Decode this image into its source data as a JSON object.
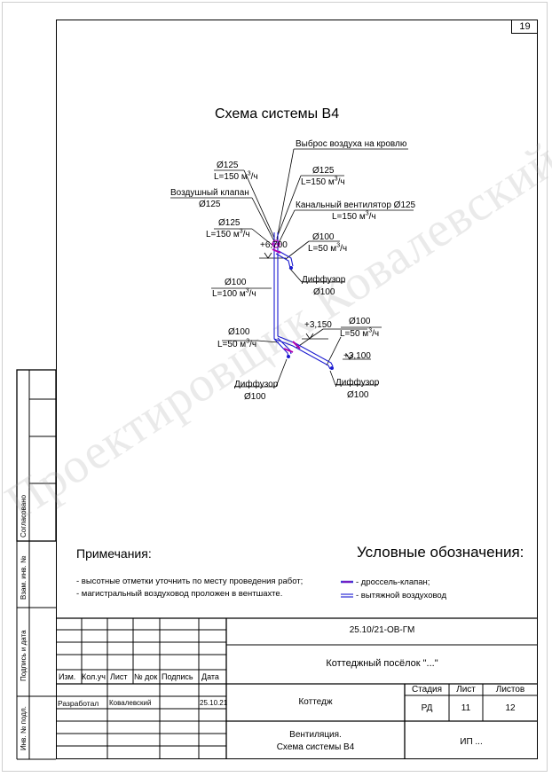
{
  "page_number": "19",
  "title": "Схема системы В4",
  "labels": {
    "exhaust": "Выброс воздуха на кровлю",
    "d125_left": "Ø125",
    "flow150_left_pre": "L=150 м",
    "flow_unit_sup": "3",
    "flow_unit_post": "/ч",
    "air_valve": "Воздушный клапан",
    "air_valve_d": "Ø125",
    "d125_right": "Ø125",
    "flow150_right_pre": "L=150 м",
    "fan": "Канальный вентилятор Ø125",
    "fan_flow_pre": "L=150 м",
    "d125_left2": "Ø125",
    "flow150_left2_pre": "L=150 м",
    "d100_top_right": "Ø100",
    "flow50_top_right_pre": "L=50 м",
    "elev_6700": "+6,700",
    "diffuser_top": "Диффузор",
    "diffuser_top_d": "Ø100",
    "d100_mid": "Ø100",
    "flow100_mid_pre": "L=100 м",
    "elev_3150": "+3,150",
    "d100_right": "Ø100",
    "flow50_right_pre": "L=50 м",
    "d100_left": "Ø100",
    "flow50_left_pre": "L=50 м",
    "elev_3100": "+3,100",
    "diffuser_left": "Диффузор",
    "diffuser_left_d": "Ø100",
    "diffuser_right": "Диффузор",
    "diffuser_right_d": "Ø100"
  },
  "notes": {
    "title": "Примечания:",
    "items": [
      "- высотные отметки уточнить по месту проведения работ;",
      "- магистральный воздуховод проложен в вентшахте."
    ]
  },
  "legend": {
    "title": "Условные обозначения:",
    "items": [
      "- дроссель-клапан;",
      "- вытяжной воздуховод"
    ],
    "damper_color": "#3b3bd6",
    "damper_accent": "#b000b0",
    "duct_color": "#1a1ad0"
  },
  "side_stamp": {
    "agreed": "Согласовано",
    "inv_replace": "Взам. инв. №",
    "sign_date": "Подпись и дата",
    "inv_orig": "Инв. № подл."
  },
  "title_block": {
    "doc_code": "25.10/21-ОВ-ГМ",
    "project": "Коттеджный посёлок \"...\"",
    "object": "Коттедж",
    "sheet_name_1": "Вентиляция.",
    "sheet_name_2": "Схема системы В4",
    "org": "ИП ...",
    "headers": [
      "Изм.",
      "Кол.уч",
      "Лист",
      "№ док",
      "Подпись",
      "Дата"
    ],
    "dev_role": "Разработал",
    "dev_name": "Ковалевский",
    "dev_date": "25.10.21",
    "stage_label": "Стадия",
    "sheet_label": "Лист",
    "sheets_label": "Листов",
    "stage": "РД",
    "sheet": "11",
    "sheets": "12"
  },
  "watermark": "Проектировщик Ковалевский"
}
